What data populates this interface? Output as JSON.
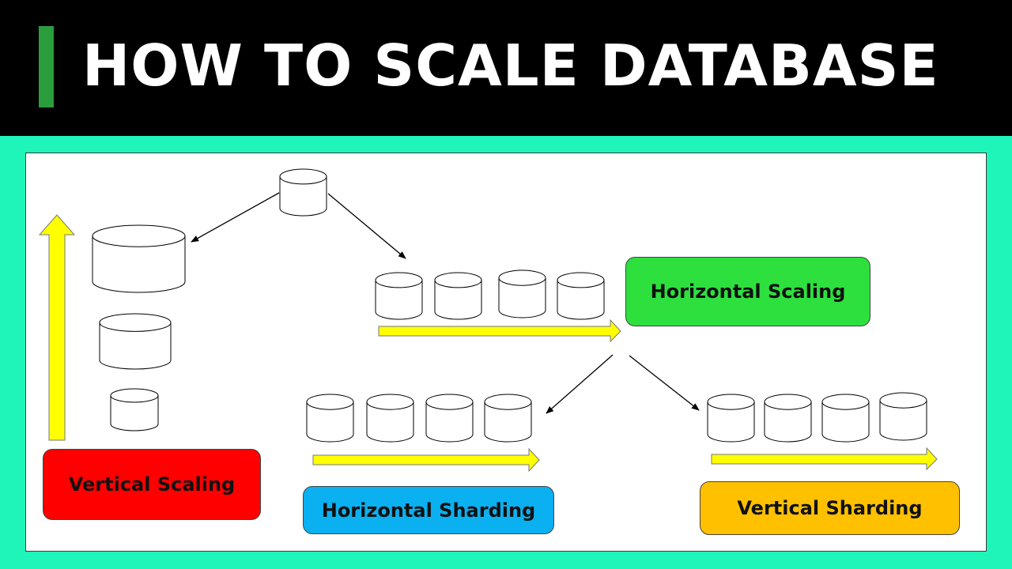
{
  "header": {
    "title": "HOW TO SCALE DATABASE",
    "accent_color": "#2a9d3c"
  },
  "colors": {
    "frame": "#1ff5b8",
    "arrow_fill": "#ffff00",
    "horizontal_scaling": "#2de03e",
    "vertical_scaling": "#ff0000",
    "horizontal_sharding": "#0ab0f0",
    "vertical_sharding": "#ffc000"
  },
  "diagram": {
    "horizontal_scaling_label": "Horizontal Scaling",
    "vertical_scaling_label": "Vertical Scaling",
    "horizontal_sharding_label": "Horizontal Sharding",
    "vertical_sharding_label": "Vertical Sharding",
    "icons": "database-cylinder-icon"
  }
}
